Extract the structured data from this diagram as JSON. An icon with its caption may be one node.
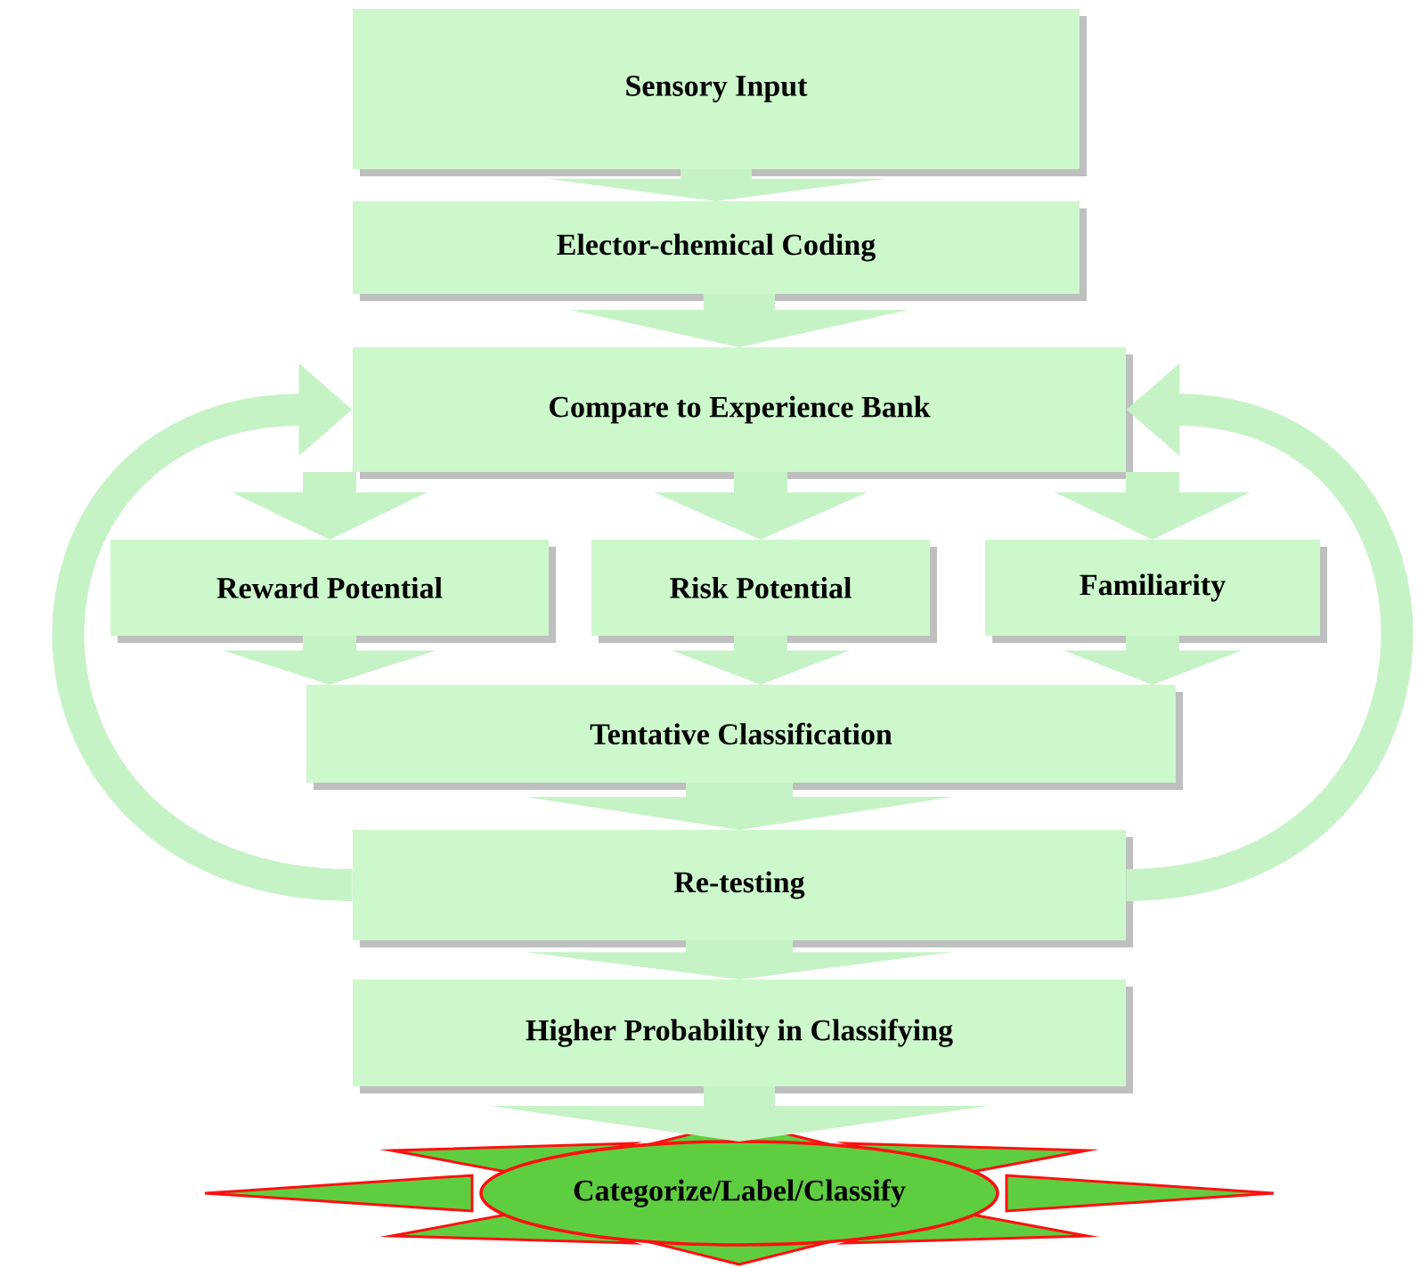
{
  "diagram": {
    "nodes": [
      {
        "text": [
          "Sensory Input"
        ]
      },
      {
        "text": [
          "Elector-chemical Coding"
        ]
      },
      {
        "text": [
          "Compare to Experience Bank"
        ]
      },
      {
        "text": [
          "Reward Potential"
        ]
      },
      {
        "text": [
          "Risk Potential"
        ]
      },
      {
        "text": [
          "Familiarity"
        ]
      },
      {
        "text": [
          "Tentative Classification"
        ]
      },
      {
        "text": [
          "Re-testing"
        ]
      },
      {
        "text": [
          "Higher Probability in Classifying"
        ]
      },
      {
        "text": [
          "Categorize/Label/Classify"
        ]
      }
    ],
    "edges": [
      {
        "from": 0,
        "to": 1,
        "arrow": "to"
      },
      {
        "from": 1,
        "to": 2,
        "arrow": "to"
      },
      {
        "from": 2,
        "to": 3,
        "arrow": "to"
      },
      {
        "from": 2,
        "to": 4,
        "arrow": "to"
      },
      {
        "from": 2,
        "to": 5,
        "arrow": "to"
      },
      {
        "from": 3,
        "to": 6,
        "arrow": "to"
      },
      {
        "from": 4,
        "to": 6,
        "arrow": "to"
      },
      {
        "from": 5,
        "to": 6,
        "arrow": "to"
      },
      {
        "from": 6,
        "to": 7,
        "arrow": "to"
      },
      {
        "from": 7,
        "to": 8,
        "arrow": "to"
      },
      {
        "from": 8,
        "to": 9,
        "arrow": "to"
      },
      {
        "from": 7,
        "to": 2,
        "arrow": "to"
      },
      {
        "from": 7,
        "to": 2,
        "arrow": "to"
      }
    ]
  }
}
